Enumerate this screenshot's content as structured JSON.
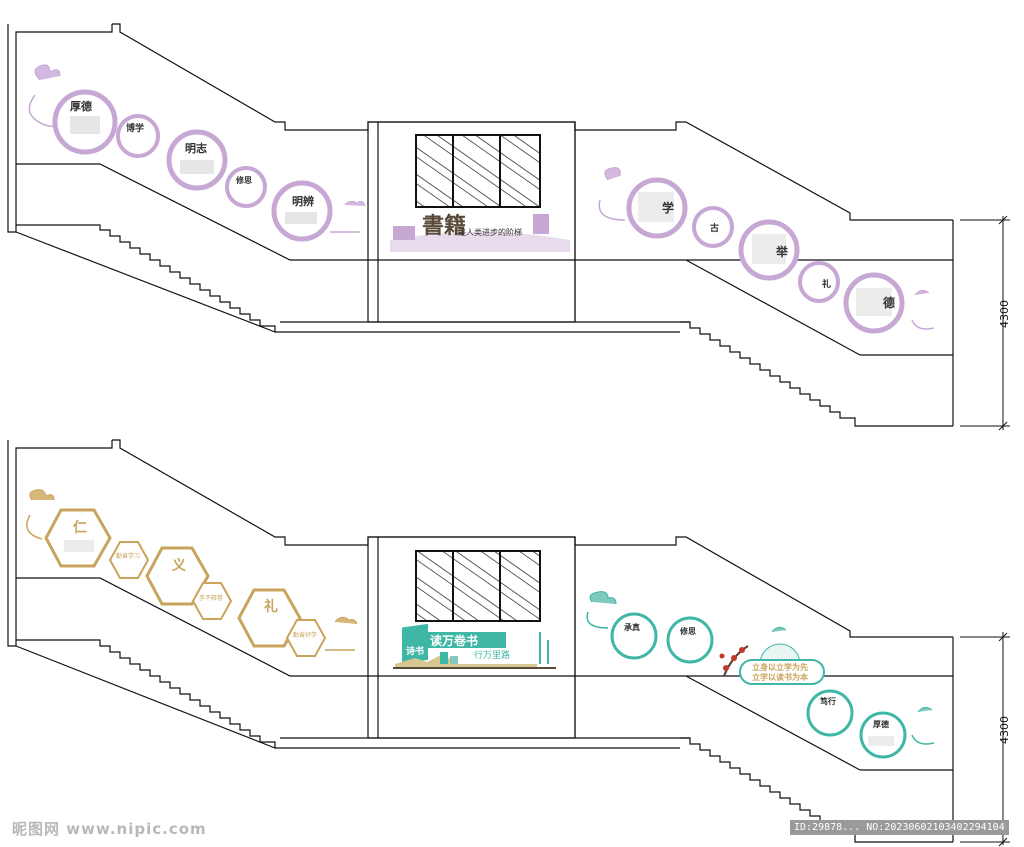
{
  "dimension_label": "4300",
  "colors": {
    "line": "#111111",
    "purple": "#c7a8d4",
    "gold": "#c9a45c",
    "teal": "#3fb7a6",
    "red": "#c0392b"
  },
  "top": {
    "left_panels": [
      "厚德",
      "博学",
      "明志",
      "修思",
      "明辨"
    ],
    "center_big_char": "書籍",
    "center_motto": "是人类进步的阶梯",
    "right_panels": [
      "学",
      "古",
      "举",
      "礼",
      "德"
    ]
  },
  "bottom": {
    "left_panels": [
      "仁",
      "勤奋学习",
      "义",
      "手不释卷",
      "礼",
      "勤奋好学"
    ],
    "center_title": "读万卷书",
    "center_subtitle": "行万里路",
    "book_label": "诗书",
    "right_circles": [
      "承真",
      "修思",
      "笃行",
      "厚德"
    ],
    "right_banner_line1": "立身以立学为先",
    "right_banner_line2": "立学以读书为本"
  },
  "watermark": "昵图网 www.nipic.com",
  "image_id": "ID:29878... NO:20230602103402294104"
}
